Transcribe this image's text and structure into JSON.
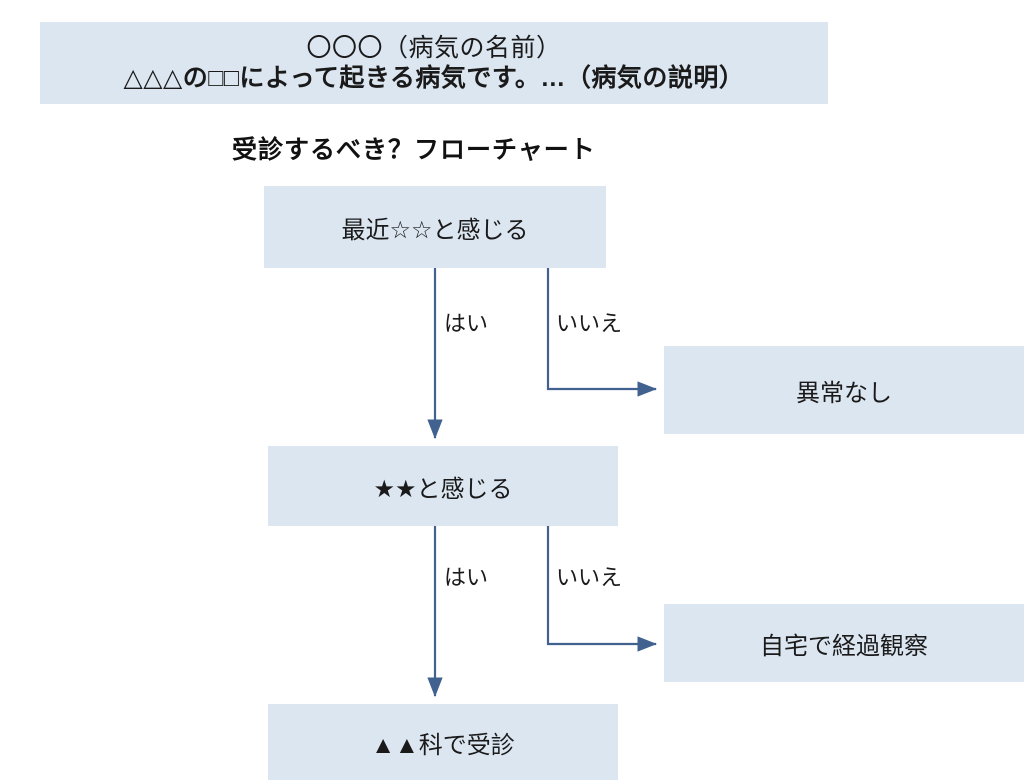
{
  "header": {
    "line1": "〇〇〇（病気の名前）",
    "line2": "△△△の□□によって起きる病気です。…（病気の説明）",
    "bg_color": "#dce6f1"
  },
  "chart": {
    "title": "受診するべき？フローチャート",
    "node_color": "#dce6f1",
    "arrow_color": "#41618f"
  },
  "nodes": {
    "q1": "最近☆☆と感じる",
    "q2": "★★と感じる",
    "end1": "異常なし",
    "end2": "自宅で経過観察",
    "final": "▲▲科で受診"
  },
  "edges": {
    "yes1": "はい",
    "no1": "いいえ",
    "yes2": "はい",
    "no2": "いいえ"
  }
}
